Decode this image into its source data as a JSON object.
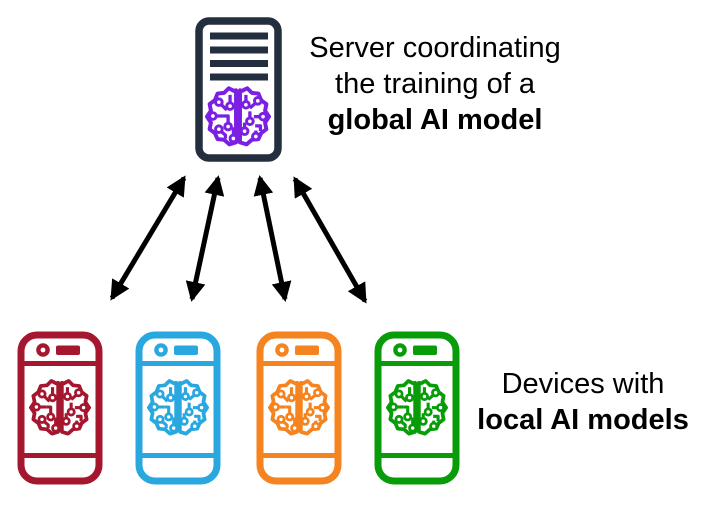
{
  "captions": {
    "server": {
      "line1": "Server coordinating",
      "line2": "the training of a",
      "line3": "global AI model"
    },
    "devices": {
      "line1": "Devices with",
      "line2": "local AI models"
    }
  },
  "colors": {
    "server_frame": "#232F3E",
    "global_brain": "#7B1FE3",
    "arrows": "#000000",
    "text": "#000000",
    "background": "#FFFFFF"
  },
  "phones": [
    {
      "id": "device-1",
      "color": "#A5172F"
    },
    {
      "id": "device-2",
      "color": "#29A8E0"
    },
    {
      "id": "device-3",
      "color": "#F5831F"
    },
    {
      "id": "device-4",
      "color": "#089C08"
    }
  ],
  "arrows": {
    "count": 4,
    "style": "double-headed"
  },
  "icons": {
    "server": "server-tower-icon",
    "brain": "ai-brain-circuit-icon",
    "phone": "smartphone-icon",
    "arrow": "double-arrow-icon"
  }
}
